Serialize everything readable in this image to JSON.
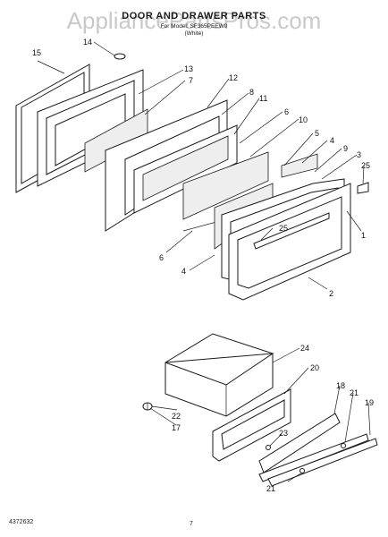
{
  "header": {
    "title": "DOOR AND DRAWER PARTS",
    "subtitle": "For Model: SF365PEEW0",
    "note": "(White)"
  },
  "watermark": "AppliancePartsPros.com",
  "diagram": {
    "part_labels": [
      "1",
      "2",
      "3",
      "4",
      "4",
      "5",
      "6",
      "6",
      "7",
      "8",
      "9",
      "10",
      "11",
      "12",
      "13",
      "14",
      "15",
      "17",
      "18",
      "19",
      "20",
      "21",
      "21",
      "22",
      "23",
      "24",
      "25",
      "25"
    ]
  },
  "footer": {
    "doc_number": "4372632",
    "page_number": "7"
  }
}
